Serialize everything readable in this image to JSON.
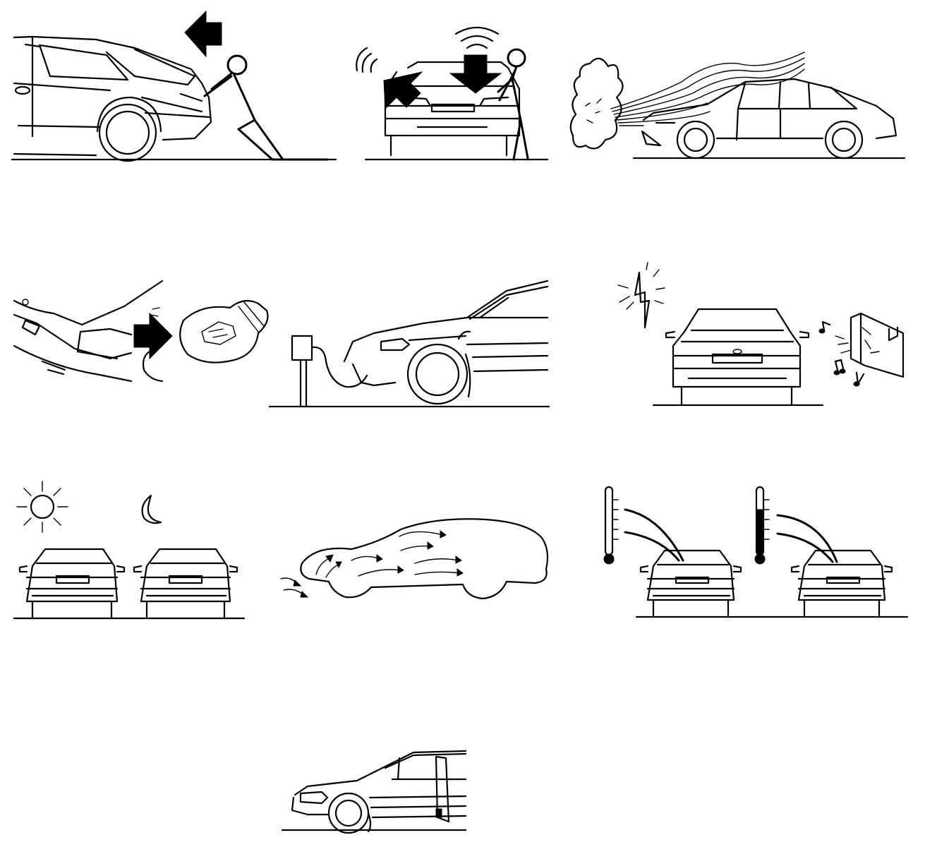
{
  "panels": [
    {
      "id": "push-start",
      "icons": [
        "car-rear-icon",
        "person-pushing-icon",
        "arrow-left-icon"
      ]
    },
    {
      "id": "rock-car",
      "icons": [
        "car-front-icon",
        "person-icon",
        "arrow-down-icon",
        "arrow-down-left-icon",
        "vibration-icon"
      ]
    },
    {
      "id": "exhaust-smoke",
      "icons": [
        "car-side-icon",
        "smoke-cloud-icon",
        "airflow-lines-icon"
      ]
    },
    {
      "id": "headlight-bulb",
      "icons": [
        "car-corner-icon",
        "arrow-right-icon",
        "light-bulb-icon"
      ]
    },
    {
      "id": "engine-heater",
      "icons": [
        "car-side-icon",
        "power-outlet-icon",
        "cable-icon"
      ]
    },
    {
      "id": "electrical-noise",
      "icons": [
        "car-front-icon",
        "lightning-icon",
        "radio-icon",
        "music-note-icon"
      ]
    },
    {
      "id": "day-night",
      "icons": [
        "sun-icon",
        "moon-icon",
        "car-front-icon",
        "car-front-icon"
      ]
    },
    {
      "id": "airflow-interior",
      "icons": [
        "car-outline-icon",
        "airflow-arrows-icon"
      ]
    },
    {
      "id": "temperature",
      "icons": [
        "thermometer-icon",
        "car-front-icon",
        "thermometer-icon",
        "car-front-icon"
      ]
    },
    {
      "id": "door-open",
      "icons": [
        "car-side-icon",
        "door-icon"
      ]
    }
  ]
}
